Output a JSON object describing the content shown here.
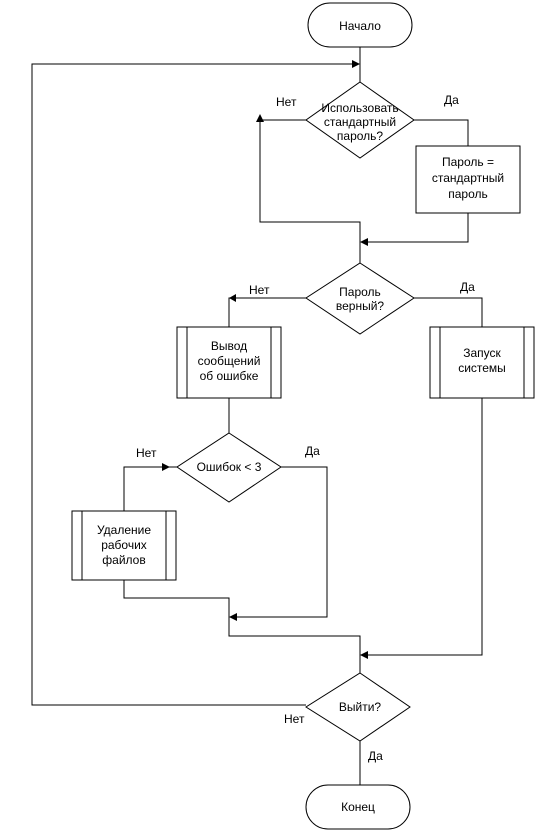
{
  "diagram": {
    "start": "Начало",
    "end": "Конец",
    "decision_default_password": [
      "Использовать",
      "стандартный",
      "пароль?"
    ],
    "process_set_password": [
      "Пароль =",
      "стандартный",
      "пароль"
    ],
    "decision_password_correct": [
      "Пароль",
      "верный?"
    ],
    "process_error_message": [
      "Вывод",
      "сообщений",
      "об ошибке"
    ],
    "process_start_system": [
      "Запуск",
      "системы"
    ],
    "decision_errors": [
      "Ошибок < 3"
    ],
    "process_delete_files": [
      "Удаление",
      "рабочих",
      "файлов"
    ],
    "decision_exit": [
      "Выйти?"
    ],
    "labels": {
      "no_1": "Нет",
      "yes_1": "Да",
      "no_2": "Нет",
      "yes_2": "Да",
      "no_3": "Нет",
      "yes_3": "Да",
      "no_4": "Нет",
      "yes_4": "Да"
    }
  }
}
